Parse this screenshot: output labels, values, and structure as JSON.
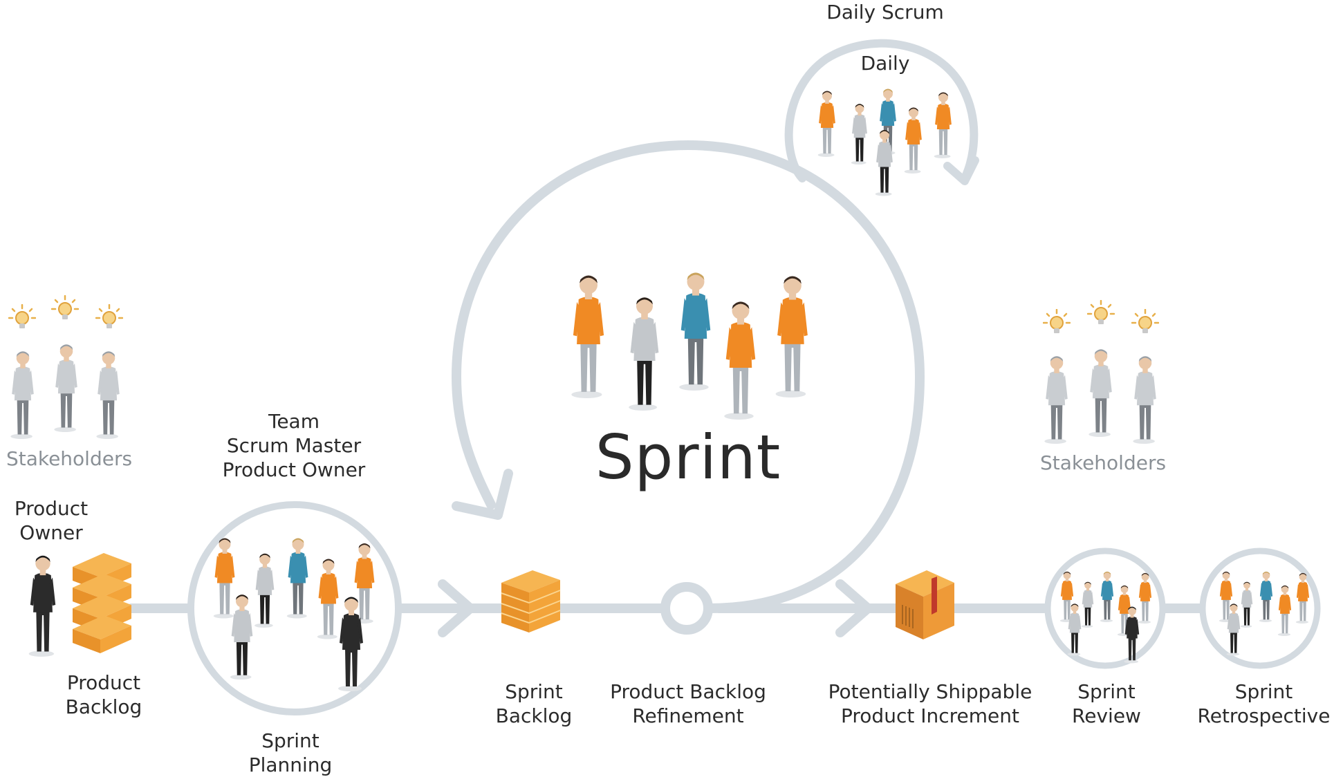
{
  "labels": {
    "daily_scrum": "Daily Scrum",
    "daily": "Daily",
    "sprint": "Sprint",
    "stakeholders_left": "Stakeholders",
    "stakeholders_right": "Stakeholders",
    "team_roles": [
      "Team",
      "Scrum Master",
      "Product Owner"
    ],
    "product_owner": [
      "Product",
      "Owner"
    ],
    "product_backlog": [
      "Product",
      "Backlog"
    ],
    "sprint_planning": [
      "Sprint",
      "Planning"
    ],
    "sprint_backlog": [
      "Sprint",
      "Backlog"
    ],
    "backlog_refinement": [
      "Product Backlog",
      "Refinement"
    ],
    "increment": [
      "Potentially Shippable",
      "Product Increment"
    ],
    "sprint_review": [
      "Sprint",
      "Review"
    ],
    "sprint_retrospective": [
      "Sprint",
      "Retrospective"
    ]
  },
  "colors": {
    "flow_line": "#d3dae0",
    "orange": "#f08a24",
    "teal": "#3a8fb0",
    "grey_shirt": "#b8bcc0",
    "pants": "#7a7f85",
    "dark": "#222222",
    "backlog": "#f3a43a",
    "stakeholder": "#a6abb0",
    "bulb": "#e8b04a"
  },
  "icons": {
    "lightbulb": "lightbulb-icon",
    "backlog_stack": "backlog-stack-icon",
    "package": "package-box-icon",
    "person": "person-icon"
  }
}
